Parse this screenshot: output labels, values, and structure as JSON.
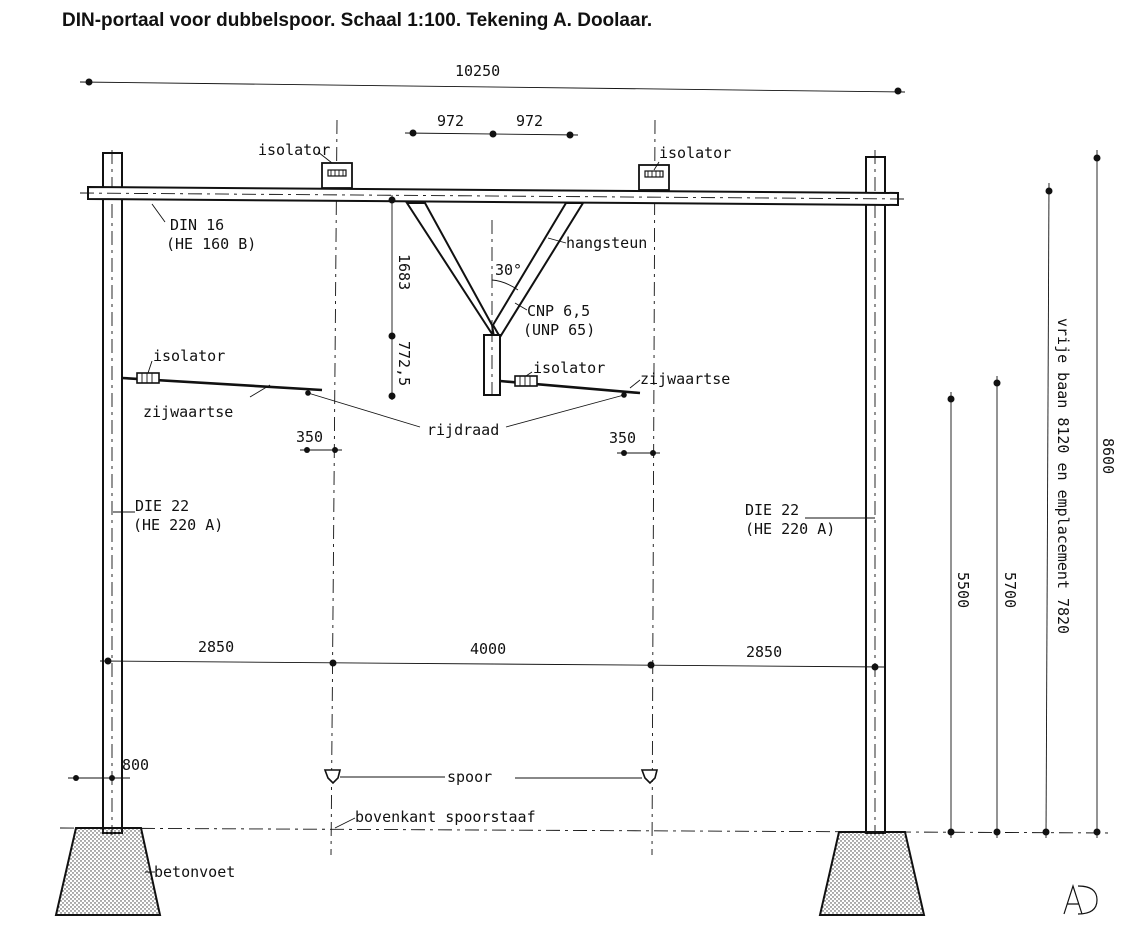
{
  "title": "DIN-portaal voor dubbelspoor. Schaal 1:100. Tekening A. Doolaar.",
  "labels": {
    "total_width": "10250",
    "offset_left": "972",
    "offset_right": "972",
    "isolator_top_left": "isolator",
    "isolator_top_right": "isolator",
    "beam_profile": "DIN 16",
    "beam_profile_alt": "(HE 160 B)",
    "hangsteun": "hangsteun",
    "angle": "30°",
    "brace_profile": "CNP 6,5",
    "brace_profile_alt": "(UNP 65)",
    "dim_1683": "1683",
    "dim_7725": "772,5",
    "isolator_left": "isolator",
    "isolator_middle": "isolator",
    "zijwaartse_left": "zijwaartse",
    "zijwaartse_right": "zijwaartse",
    "rijdraad": "rijdraad",
    "stagger_left": "350",
    "stagger_right": "350",
    "column_left": "DIE 22",
    "column_left_alt": "(HE 220 A)",
    "column_right": "DIE 22",
    "column_right_alt": "(HE 220 A)",
    "span_left": "2850",
    "span_middle": "4000",
    "span_right": "2850",
    "foot_offset": "800",
    "spoor": "spoor",
    "bovenkant": "bovenkant spoorstaaf",
    "betonvoet": "betonvoet",
    "h_5500": "5500",
    "h_5700": "5700",
    "clearance": "vrije baan 8120 en emplacement 7820",
    "h_8600": "8600",
    "signature": "AD"
  }
}
